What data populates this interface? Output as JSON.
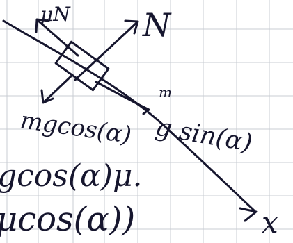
{
  "page": {
    "background": "#ffffff",
    "grid_color": "#c9ccd3",
    "ink_color": "#16162e"
  },
  "labels": {
    "friction": "μN",
    "normal": "N",
    "gravity_perp": "mgcos(α)",
    "gravity_parallel_m": "m",
    "gravity_parallel": "g sin(α)",
    "axis": "x",
    "equation_1": "gcos(α)μ.",
    "equation_2": "μcos(α))"
  }
}
